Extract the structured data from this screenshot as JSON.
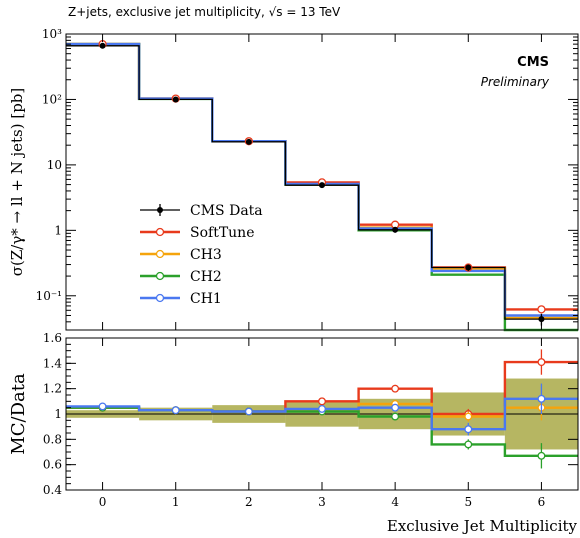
{
  "chart_data": [
    {
      "type": "line",
      "title": "Z+jets, exclusive jet multiplicity, √s = 13 TeV",
      "experiment": "CMS",
      "status": "Preliminary",
      "ylabel": "σ(Z/γ* → ll + N jets) [pb]",
      "yscale": "log",
      "xlim": [
        -0.5,
        6.5
      ],
      "ylim": [
        0.03,
        1000
      ],
      "yticks": [
        {
          "value": 0.1,
          "label": "10⁻¹"
        },
        {
          "value": 1,
          "label": "1"
        },
        {
          "value": 10,
          "label": "10"
        },
        {
          "value": 100,
          "label": "10²"
        },
        {
          "value": 1000,
          "label": "10³"
        }
      ],
      "legend_position": "middle-left",
      "x": [
        0,
        1,
        2,
        3,
        4,
        5,
        6
      ],
      "data": {
        "name": "CMS Data",
        "values": [
          660,
          100,
          22.5,
          4.9,
          1.02,
          0.27,
          0.044
        ],
        "yerr": [
          60,
          9,
          2,
          0.45,
          0.1,
          0.03,
          0.009
        ],
        "color": "#000000"
      },
      "series": [
        {
          "name": "SoftTune",
          "color": "#e83a1c",
          "values": [
            700,
            103,
            23,
            5.4,
            1.22,
            0.27,
            0.062
          ]
        },
        {
          "name": "CH3",
          "color": "#f5a40c",
          "values": [
            700,
            103,
            23,
            5.0,
            1.1,
            0.26,
            0.046
          ]
        },
        {
          "name": "CH2",
          "color": "#2ba02b",
          "values": [
            700,
            102,
            23,
            5.0,
            1.0,
            0.21,
            0.03
          ]
        },
        {
          "name": "CH1",
          "color": "#4a78f0",
          "values": [
            700,
            103,
            23,
            5.1,
            1.07,
            0.24,
            0.05
          ]
        }
      ]
    },
    {
      "type": "line",
      "xlabel": "Exclusive Jet Multiplicity",
      "ylabel": "MC/Data",
      "xlim": [
        -0.5,
        6.5
      ],
      "ylim": [
        0.4,
        1.6
      ],
      "xticks": [
        0,
        1,
        2,
        3,
        4,
        5,
        6
      ],
      "yticks": [
        {
          "value": 0.4,
          "label": "0.4"
        },
        {
          "value": 0.6,
          "label": "0.6"
        },
        {
          "value": 0.8,
          "label": "0.8"
        },
        {
          "value": 1.0,
          "label": "1"
        },
        {
          "value": 1.2,
          "label": "1.2"
        },
        {
          "value": 1.4,
          "label": "1.4"
        },
        {
          "value": 1.6,
          "label": "1.6"
        }
      ],
      "x": [
        0,
        1,
        2,
        3,
        4,
        5,
        6
      ],
      "uncertainty_band": {
        "color": "#a9a946",
        "lower": [
          0.97,
          0.95,
          0.93,
          0.9,
          0.88,
          0.83,
          0.72
        ],
        "upper": [
          1.03,
          1.05,
          1.07,
          1.1,
          1.12,
          1.17,
          1.28
        ]
      },
      "series": [
        {
          "name": "SoftTune",
          "color": "#e83a1c",
          "values": [
            1.05,
            1.03,
            1.02,
            1.1,
            1.2,
            1.0,
            1.41
          ],
          "yerr": [
            0.01,
            0.01,
            0.01,
            0.02,
            0.03,
            0.04,
            0.1
          ]
        },
        {
          "name": "CH3",
          "color": "#f5a40c",
          "values": [
            1.05,
            1.03,
            1.02,
            1.03,
            1.08,
            0.98,
            1.05
          ],
          "yerr": [
            0.01,
            0.01,
            0.01,
            0.02,
            0.03,
            0.04,
            0.1
          ]
        },
        {
          "name": "CH2",
          "color": "#2ba02b",
          "values": [
            1.05,
            1.03,
            1.02,
            1.02,
            0.98,
            0.76,
            0.67
          ],
          "yerr": [
            0.01,
            0.01,
            0.01,
            0.02,
            0.03,
            0.04,
            0.1
          ]
        },
        {
          "name": "CH1",
          "color": "#4a78f0",
          "values": [
            1.06,
            1.03,
            1.02,
            1.04,
            1.05,
            0.88,
            1.12
          ],
          "yerr": [
            0.01,
            0.01,
            0.01,
            0.02,
            0.03,
            0.05,
            0.12
          ]
        }
      ]
    }
  ]
}
